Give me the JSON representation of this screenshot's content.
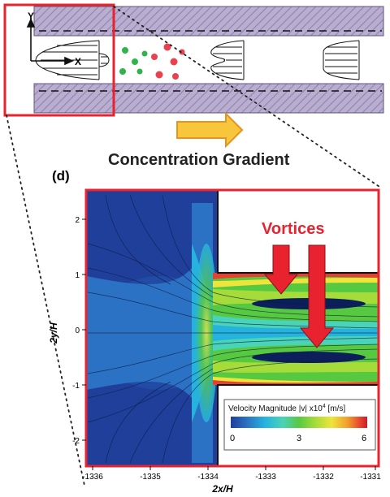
{
  "top_schematic": {
    "axis_y": "Y",
    "axis_x": "X",
    "arrow_caption": "Concentration Gradient",
    "colors": {
      "wall_fill": "#b9aed0",
      "wall_hatch": "#8f83ad",
      "highlight_box": "#e8232f",
      "particle_green": "#2fb34a",
      "particle_red": "#e8414f",
      "arrow_fill": "#f7c63a",
      "arrow_stroke": "#e89320"
    }
  },
  "panel": {
    "label": "(d)",
    "annotation": "Vortices",
    "xlabel": "2x/H",
    "ylabel": "2y/H",
    "x_ticks": [
      "-1336",
      "-1335",
      "-1334",
      "-1333",
      "-1332",
      "-1331"
    ],
    "y_ticks": [
      "2",
      "1",
      "0",
      "-1",
      "-2"
    ],
    "colorbar": {
      "title": "Velocity Magnitude |v| x10",
      "exponent": "4",
      "unit": " [m/s]",
      "tick_labels": [
        "0",
        "3",
        "6"
      ],
      "colors": [
        "#1f3f9b",
        "#2b72c4",
        "#25b3de",
        "#49d3b8",
        "#57c941",
        "#a6dc3a",
        "#efe43b",
        "#f29a2e",
        "#e6412e",
        "#c71d2b"
      ]
    },
    "colors": {
      "frame": "#e8232f",
      "vortex_arrow": "#e8232f",
      "background_field": "#1f3f9b"
    }
  }
}
